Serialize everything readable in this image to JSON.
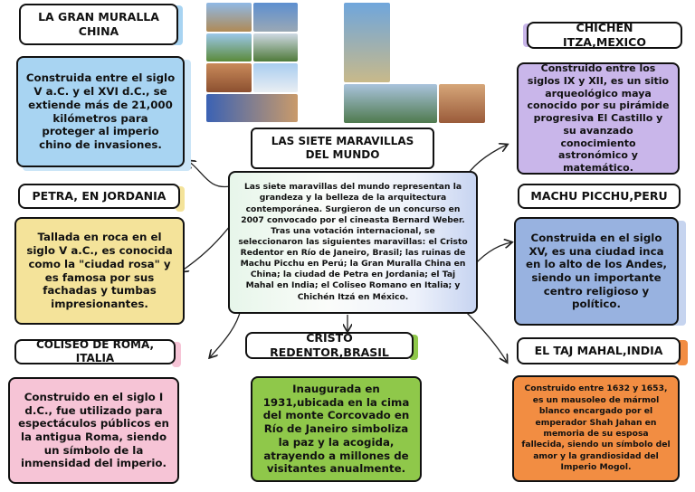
{
  "center": {
    "title": "LAS SIETE MARAVILLAS DEL MUNDO",
    "text": "Las siete maravillas del mundo representan la grandeza y la belleza de la arquitectura contemporánea. Surgieron de un concurso en 2007 convocado por el cineasta Bernard Weber. Tras una votación internacional, se seleccionaron las siguientes maravillas: el Cristo Redentor en Río de Janeiro, Brasil; las ruinas de Machu Picchu en Perú; la Gran Muralla China en China; la ciudad de Petra en Jordania; el Taj Mahal en India; el Coliseo Romano en Italia; y Chichén Itzá en México."
  },
  "wonders": [
    {
      "title": "LA GRAN MURALLA CHINA",
      "desc": "Construida entre el siglo V a.C. y el XVI d.C., se extiende más de 21,000 kilómetros para proteger al imperio chino de invasiones.",
      "color": "#a8d4f2"
    },
    {
      "title": "PETRA, EN JORDANIA",
      "desc": "Tallada en roca en el siglo V a.C., es conocida como la \"ciudad rosa\" y es famosa por sus fachadas y tumbas impresionantes.",
      "color": "#f4e39a"
    },
    {
      "title": "COLISEO DE ROMA, ITALIA",
      "desc": "Construido en el siglo I d.C., fue utilizado para espectáculos públicos en la antigua Roma, siendo un símbolo de la inmensidad del imperio.",
      "color": "#f6c4d6"
    },
    {
      "title": "CRISTO REDENTOR,BRASIL",
      "desc": "Inaugurada en 1931,ubicada en la cima del monte Corcovado en Río de Janeiro simboliza la paz y la acogida, atrayendo a millones de visitantes anualmente.",
      "color": "#8fc84a"
    },
    {
      "title": "CHICHEN ITZA,MEXICO",
      "desc": "Construido entre los siglos IX y XII, es un sitio arqueológico maya conocido por su pirámide progresiva El Castillo y su avanzado conocimiento astronómico y matemático.",
      "color": "#c9b6ea"
    },
    {
      "title": "MACHU PICCHU,PERU",
      "desc": "Construida en el siglo XV, es una ciudad inca en lo alto de los Andes, siendo un importante centro religioso y político.",
      "color": "#98b2e0"
    },
    {
      "title": "EL TAJ MAHAL,INDIA",
      "desc": "Construido entre 1632 y 1653, es un mausoleo de mármol blanco encargado por el emperador Shah Jahan en memoria de su esposa fallecida, siendo un símbolo del amor y la grandiosidad del Imperio Mogol.",
      "color": "#f28d42"
    }
  ]
}
